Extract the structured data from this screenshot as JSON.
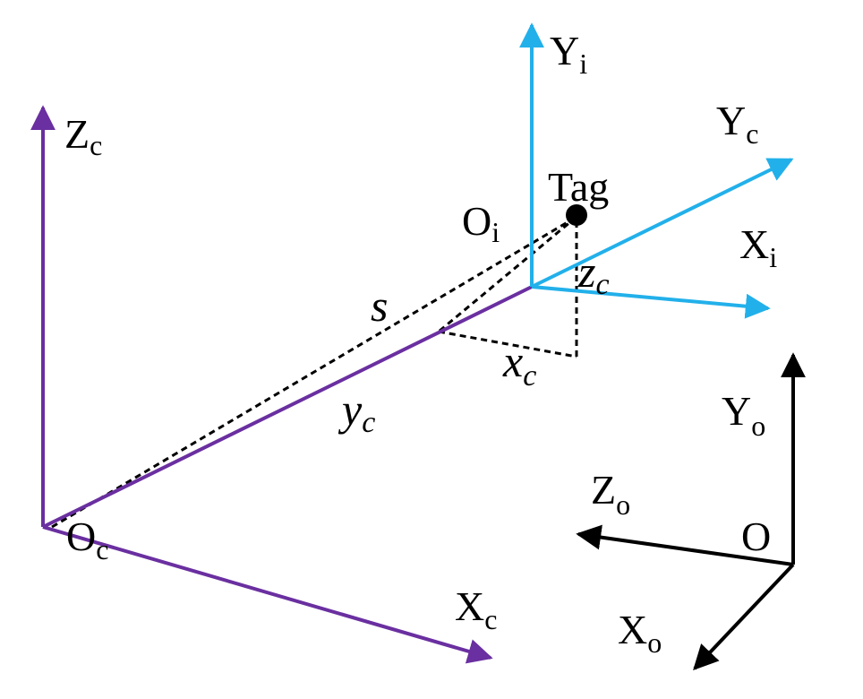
{
  "colors": {
    "camera": "#6a2fa0",
    "tag_frame": "#22b0ea",
    "object": "#000000",
    "dashed": "#000000"
  },
  "camera_frame": {
    "z_axis": {
      "main": "Z",
      "sub": "c"
    },
    "x_axis": {
      "main": "X",
      "sub": "c"
    },
    "y_axis": {
      "main": "Y",
      "sub": "c"
    },
    "origin": {
      "main": "O",
      "sub": "c"
    }
  },
  "tag_frame": {
    "y_axis": {
      "main": "Y",
      "sub": "i"
    },
    "x_axis": {
      "main": "X",
      "sub": "i"
    },
    "origin": {
      "main": "O",
      "sub": "i"
    }
  },
  "object_frame": {
    "y_axis": {
      "main": "Y",
      "sub": "o"
    },
    "z_axis": {
      "main": "Z",
      "sub": "o"
    },
    "x_axis": {
      "main": "X",
      "sub": "o"
    },
    "origin": "O"
  },
  "tag": {
    "label": "Tag"
  },
  "measurements": {
    "s": "s",
    "xc": {
      "main": "x",
      "sub": "c"
    },
    "yc": {
      "main": "y",
      "sub": "c"
    },
    "zc": {
      "main": "z",
      "sub": "c"
    }
  }
}
